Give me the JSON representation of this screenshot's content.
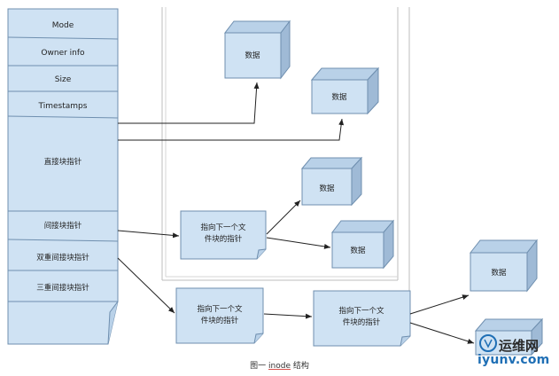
{
  "inode": {
    "fields": [
      "Mode",
      "Owner info",
      "Size",
      "Timestamps",
      "直接块指针",
      "间接块指针",
      "双重间接块指针",
      "三重间接块指针"
    ]
  },
  "nodes": {
    "data_label": "数据",
    "pointer_line1": "指向下一个文",
    "pointer_line2": "件块的指针"
  },
  "caption": {
    "prefix": "图一",
    "term": "inode",
    "suffix": "结构"
  },
  "watermark": {
    "title": "运维网",
    "subtitle": "iyunv.com"
  },
  "colors": {
    "box_fill": "#cfe2f3",
    "box_stroke": "#6f8faf",
    "cube_top": "#b9d1e8",
    "cube_side": "#9fbad6",
    "arrow": "#222222",
    "frame_line": "#bdbdbd",
    "watermark_blue": "#1f6fb5"
  }
}
